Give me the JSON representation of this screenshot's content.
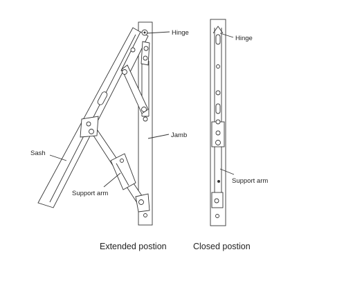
{
  "labels": {
    "hinge_extended": "Hinge",
    "jamb": "Jamb",
    "sash": "Sash",
    "support_arm_extended": "Support arm",
    "hinge_closed": "Hinge",
    "support_arm_closed": "Support arm"
  },
  "captions": {
    "extended": "Extended postion",
    "closed": "Closed postion"
  },
  "colors": {
    "line": "#333333",
    "background": "#ffffff"
  }
}
